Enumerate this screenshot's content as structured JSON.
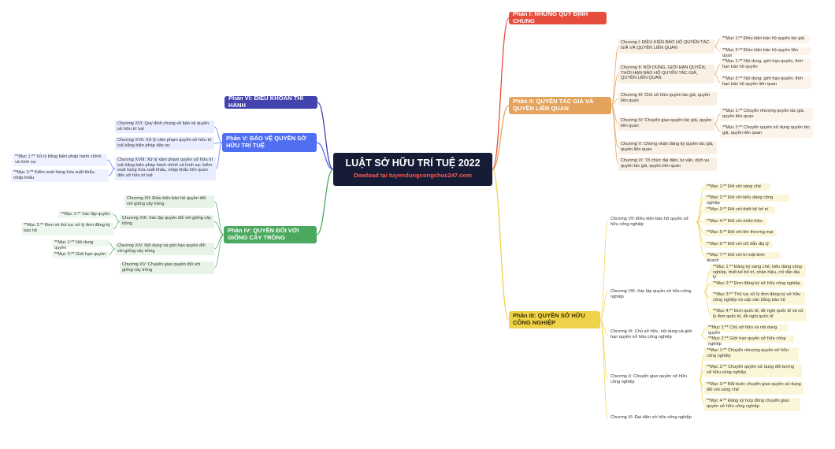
{
  "center": {
    "title": "LUẬT SỞ HỮU TRÍ TUỆ 2022",
    "subtitle": "Dowload tại tuyendungcongchuc247.com"
  },
  "colors": {
    "center_bg": "#161b36",
    "part1": "#e64d3d",
    "part2": "#e4a35c",
    "part3": "#efd24a",
    "part4": "#4aa95e",
    "part5": "#4f6ef2",
    "part6": "#4343ad"
  },
  "parts": {
    "part1": {
      "label": "Phần I: NHỮNG QUY ĐỊNH CHUNG"
    },
    "part2": {
      "label": "Phần II: QUYỀN TÁC GIẢ VÀ QUYỀN LIÊN QUAN",
      "chapters": [
        {
          "label": "Chương I: ĐIỀU KIỆN BẢO HỘ QUYỀN TÁC GIẢ VÀ QUYỀN LIÊN QUAN",
          "items": [
            "**Mục 1:** Điều kiện bảo hộ quyền tác giả",
            "**Mục 2:** Điều kiện bảo hộ quyền liên quan"
          ]
        },
        {
          "label": "Chương II: NỘI DUNG, GIỚI HẠN QUYỀN, THỜI HẠN BẢO HỘ QUYỀN TÁC GIẢ, QUYỀN LIÊN QUAN",
          "items": [
            "**Mục 1:** Nội dung, giới hạn quyền, thời hạn bảo hộ quyền",
            "**Mục 2:** Nội dung, giới hạn quyền, thời hạn bảo hộ quyền liên quan"
          ]
        },
        {
          "label": "Chương III: Chủ sở hữu quyền tác giả, quyền liên quan",
          "items": []
        },
        {
          "label": "Chương IV: Chuyển giao quyền tác giả, quyền liên quan",
          "items": [
            "**Mục 1:** Chuyển nhượng quyền tác giả, quyền liên quan",
            "**Mục 2:** Chuyển quyền sử dụng quyền tác giả, quyền liên quan"
          ]
        },
        {
          "label": "Chương V: Chứng nhận đăng ký quyền tác giả, quyền liên quan",
          "items": []
        },
        {
          "label": "Chương VI: Tổ chức đại diện, tư vấn, dịch vụ quyền tác giả, quyền liên quan",
          "items": []
        }
      ]
    },
    "part3": {
      "label": "Phần III: QUYỀN SỞ HỮU CÔNG NGHIỆP",
      "chapters": [
        {
          "label": "Chương VII: Điều kiện bảo hộ quyền sở hữu công nghiệp",
          "items": [
            "**Mục 1:** Đối với sáng chế",
            "**Mục 2:** Đối với kiểu dáng công nghiệp",
            "**Mục 3:** Đối với thiết kế bố trí",
            "**Mục 4:** Đối với nhãn hiệu",
            "**Mục 5:** Đối với tên thương mại",
            "**Mục 6:** Đối với chỉ dẫn địa lý",
            "**Mục 7:** Đối với bí mật kinh doanh"
          ]
        },
        {
          "label": "Chương VIII: Xác lập quyền sở hữu công nghiệp",
          "items": [
            "**Mục 1:** Đăng ký sáng chế, kiểu dáng công nghiệp, thiết kế bố trí, nhãn hiệu, chỉ dẫn địa lý",
            "**Mục 2:** Đơn đăng ký sở hữu công nghiệp",
            "**Mục 3:** Thủ tục xử lý đơn đăng ký sở hữu công nghiệp và cấp văn bằng bảo hộ",
            "**Mục 4:** Đơn quốc tế, đề nghị quốc tế và xử lý đơn quốc tế, đề nghị quốc tế"
          ]
        },
        {
          "label": "Chương IX: Chủ sở hữu, nội dung và giới hạn quyền sở hữu công nghiệp",
          "items": [
            "**Mục 1:** Chủ sở hữu và nội dung quyền",
            "**Mục 2:** Giới hạn quyền sở hữu công nghiệp"
          ]
        },
        {
          "label": "Chương X: Chuyển giao quyền sở hữu công nghiệp",
          "items": [
            "**Mục 1:** Chuyển nhượng quyền sở hữu công nghiệp",
            "**Mục 2:** Chuyển quyền sử dụng đối tượng sở hữu công nghiệp",
            "**Mục 3:** Bắt buộc chuyển giao quyền sử dụng đối với sáng chế",
            "**Mục 4:** Đăng ký hợp đồng chuyển giao quyền sở hữu công nghiệp"
          ]
        },
        {
          "label": "Chương XI: Đại diện sở hữu công nghiệp",
          "items": []
        }
      ]
    },
    "part4": {
      "label": "Phần IV: QUYỀN ĐỐI VỚI GIỐNG CÂY TRỒNG",
      "chapters": [
        {
          "label": "Chương XII: Điều kiện bảo hộ quyền đối với giống cây trồng",
          "items": []
        },
        {
          "label": "Chương XIII: Xác lập quyền đối với giống cây trồng",
          "items": [
            "**Mục 1:** Xác lập quyền",
            "**Mục 2:** Đơn và thủ tục xử lý đơn đăng ký bảo hộ"
          ]
        },
        {
          "label": "Chương XIV: Nội dung và giới hạn quyền đối với giống cây trồng",
          "items": [
            "**Mục 1:** Nội dung quyền",
            "**Mục 2:** Giới hạn quyền"
          ]
        },
        {
          "label": "Chương XV: Chuyển giao quyền đối với giống cây trồng",
          "items": []
        }
      ]
    },
    "part5": {
      "label": "Phần V: BẢO VỆ QUYỀN SỞ HỮU TRÍ TUỆ",
      "chapters": [
        {
          "label": "Chương XVI: Quy định chung về bảo vệ quyền sở hữu trí tuệ",
          "items": []
        },
        {
          "label": "Chương XVII: Xử lý xâm phạm quyền sở hữu trí tuệ bằng biện pháp dân sự",
          "items": []
        },
        {
          "label": "Chương XVIII: Xử lý xâm phạm quyền sở hữu trí tuệ bằng biện pháp hành chính và hình sự; kiểm soát hàng hóa xuất khẩu, nhập khẩu liên quan đến sở hữu trí tuệ",
          "items": [
            "**Mục 1:** Xử lý bằng biện pháp hành chính và hình sự",
            "**Mục 2:** Kiểm soát hàng hóa xuất khẩu, nhập khẩu"
          ]
        }
      ]
    },
    "part6": {
      "label": "Phần VI: ĐIỀU KHOẢN THI HÀNH"
    }
  }
}
